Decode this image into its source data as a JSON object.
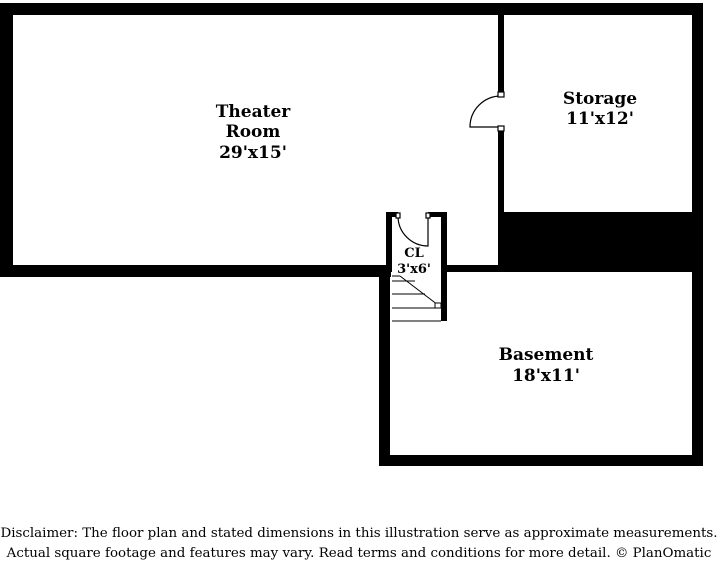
{
  "rooms": {
    "theater": {
      "name_line1": "Theater",
      "name_line2": "Room",
      "dimensions": "29'x15'"
    },
    "storage": {
      "name": "Storage",
      "dimensions": "11'x12'"
    },
    "closet": {
      "name": "CL",
      "dimensions": "3'x6'"
    },
    "basement": {
      "name": "Basement",
      "dimensions": "18'x11'"
    }
  },
  "disclaimer": {
    "line1": "Disclaimer: The floor plan and stated dimensions in this illustration serve as approximate measurements.",
    "line2": "Actual square footage and features may vary. Read terms and conditions for more detail. © PlanOmatic"
  },
  "colors": {
    "wall": "#000000",
    "background": "#ffffff"
  }
}
